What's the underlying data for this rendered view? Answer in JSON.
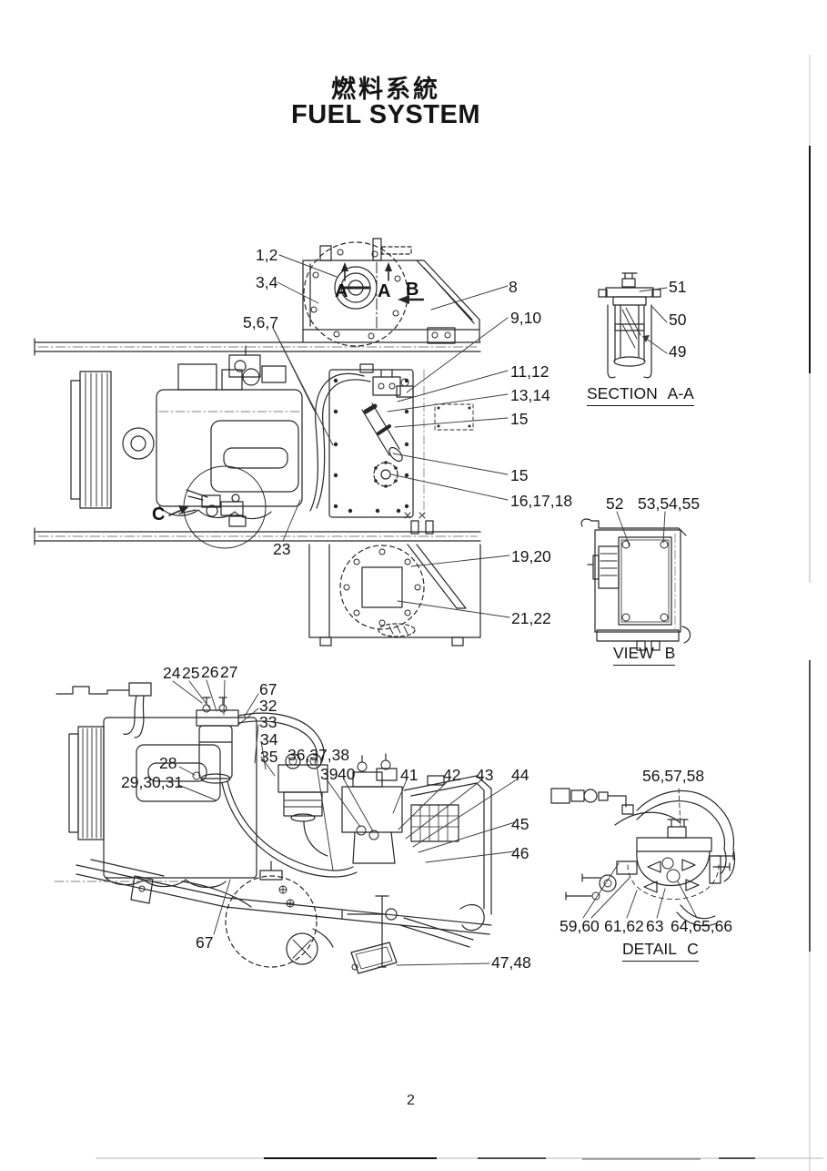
{
  "page": {
    "title_ja": "燃料系統",
    "title_en": "FUEL SYSTEM",
    "page_number": "2"
  },
  "top_diagram": {
    "description": "machine side view with fuel tank",
    "callouts": [
      "1,2",
      "3,4",
      "5,6,7",
      "8",
      "9,10",
      "11,12",
      "13,14",
      "15",
      "15",
      "16,17,18",
      "19,20",
      "21,22",
      "23"
    ],
    "markers": {
      "a_left": "A",
      "a_right": "A",
      "b": "B",
      "c": "C"
    }
  },
  "section_aa": {
    "caption": "SECTION A-A",
    "callouts": [
      "51",
      "50",
      "49"
    ]
  },
  "view_b": {
    "caption": "VIEW B",
    "callouts": [
      "52",
      "53,54,55"
    ]
  },
  "bottom_diagram": {
    "description": "engine close-up with fuel filter and pump",
    "callouts": [
      "24",
      "25",
      "26",
      "27",
      "67",
      "32",
      "33",
      "34",
      "35",
      "28",
      "29,30,31",
      "36,37,38",
      "39",
      "40",
      "41",
      "42",
      "43",
      "44",
      "45",
      "46",
      "67",
      "47,48"
    ]
  },
  "detail_c": {
    "caption": "DETAIL C",
    "callouts": [
      "56,57,58",
      "59,60",
      "61,62",
      "63",
      "64,65,66"
    ]
  }
}
